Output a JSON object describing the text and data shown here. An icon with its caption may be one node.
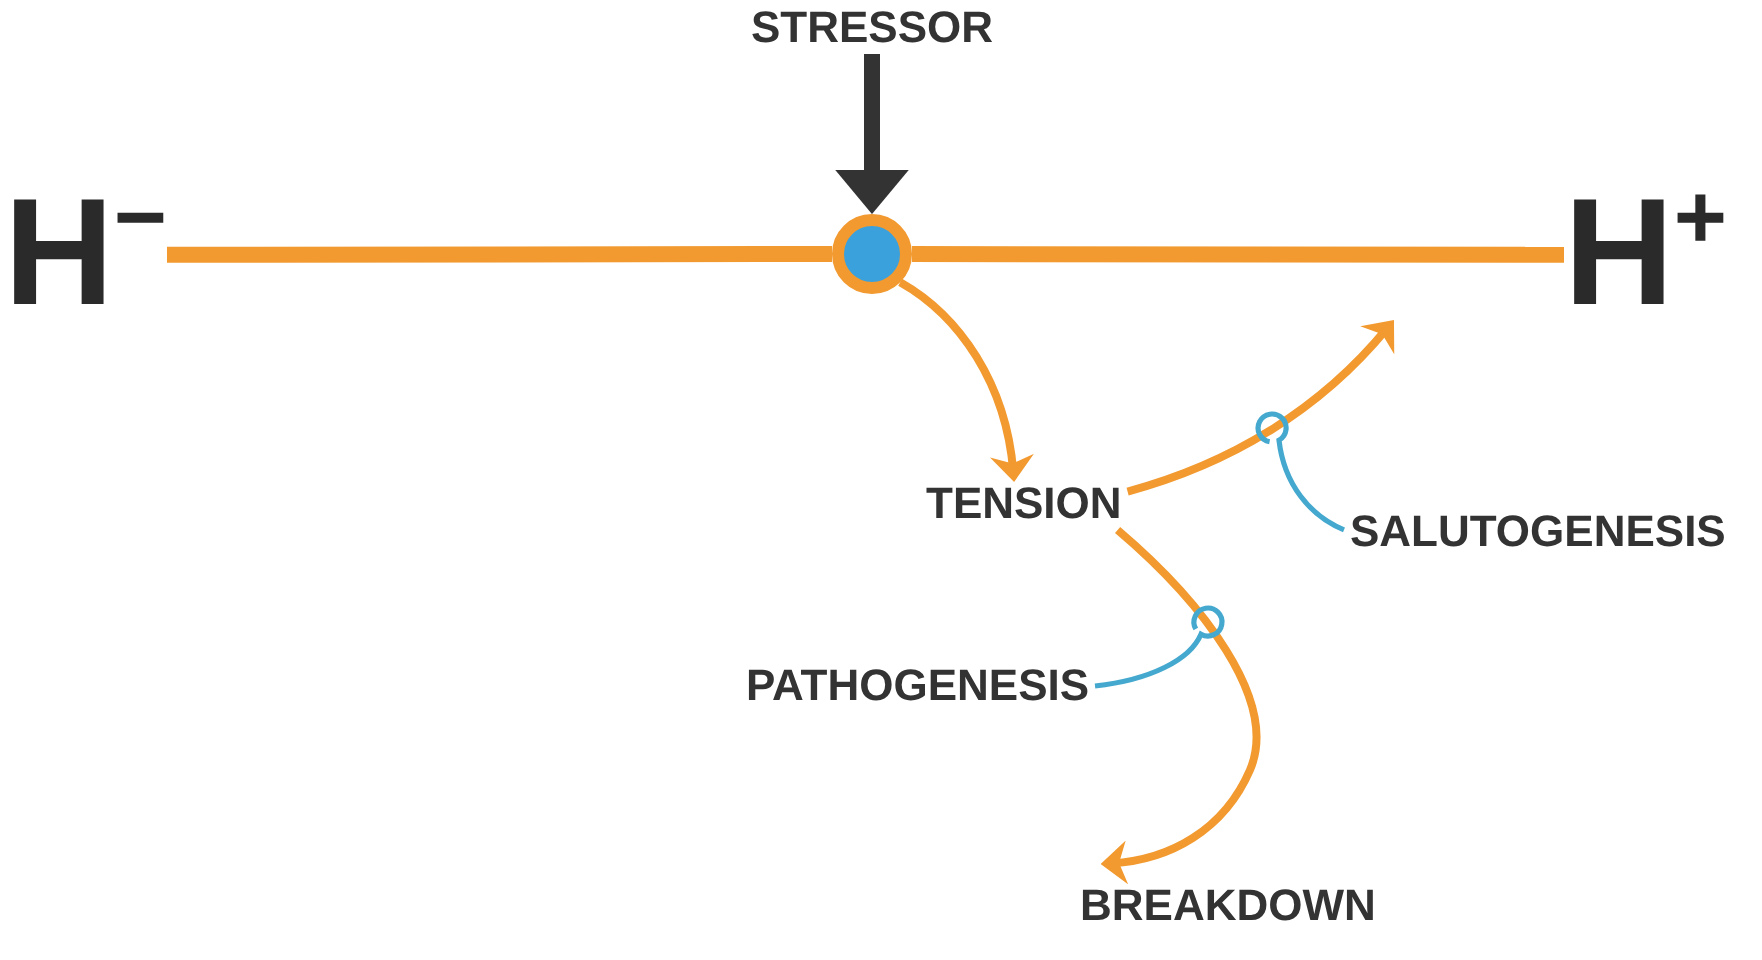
{
  "diagram": {
    "nodes": [
      {
        "text": [
          "STRESSOR"
        ]
      },
      {
        "text": [
          "H$^{−}$"
        ]
      },
      {
        "text": [],
        "shape": "circle"
      },
      {
        "text": [
          "H$^{+}$"
        ]
      },
      {
        "text": [
          "TENSION"
        ]
      },
      {
        "text": [
          "SALUTOGENESIS"
        ]
      },
      {
        "text": [
          "PATHOGENESIS"
        ]
      },
      {
        "text": [
          "BREAKDOWN"
        ]
      }
    ],
    "edges": [
      {
        "from": 1,
        "to": 2,
        "arrow": "none",
        "style": "thick"
      },
      {
        "from": 2,
        "to": 3,
        "arrow": "none",
        "style": "thick"
      },
      {
        "from": 0,
        "to": 2,
        "arrow": "to",
        "style": "thick",
        "color": "#333333"
      },
      {
        "from": 2,
        "to": 4,
        "arrow": "to"
      },
      {
        "from": 4,
        "to": null,
        "arrow": "to"
      },
      {
        "from": 4,
        "to": 7,
        "arrow": "to"
      },
      {
        "from": 5,
        "to": null,
        "arrow": "none",
        "color": "#45a9cf"
      },
      {
        "from": 6,
        "to": null,
        "arrow": "none",
        "color": "#45a9cf"
      }
    ]
  }
}
